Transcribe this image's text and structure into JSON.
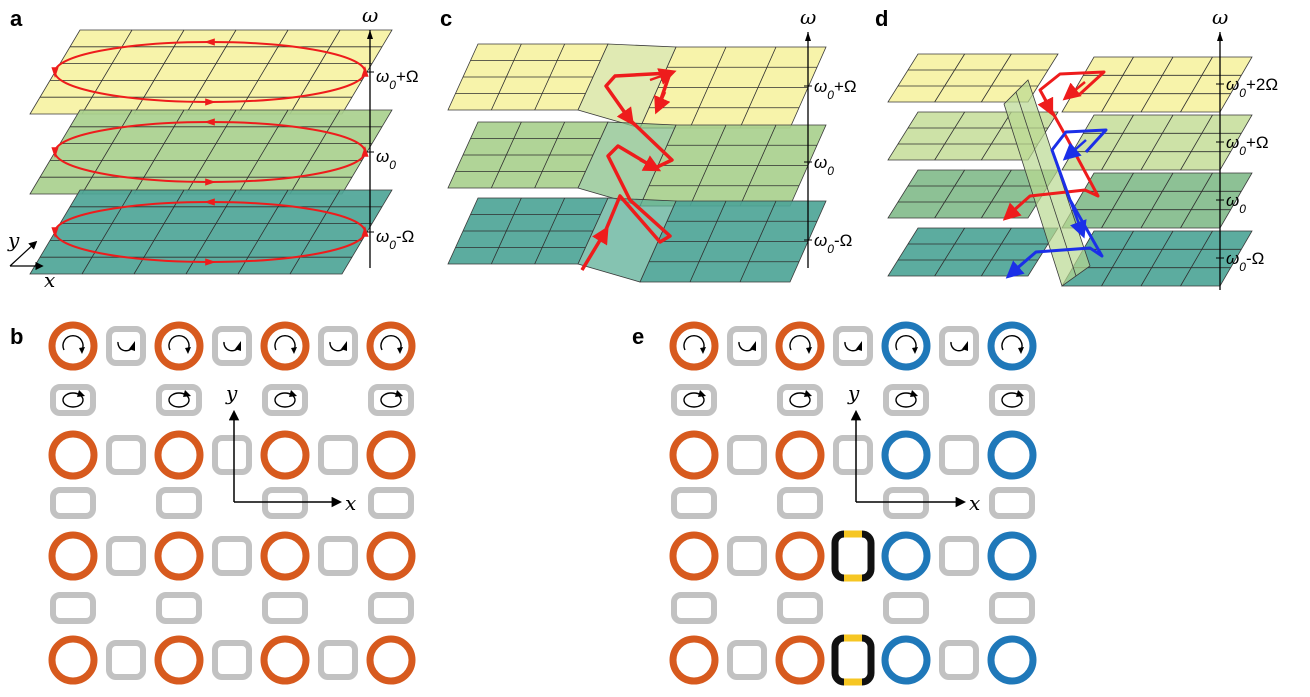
{
  "figure": {
    "panels": {
      "a": {
        "label": "a",
        "axis_omega": "ω",
        "levels": [
          {
            "sym": "ω",
            "sub": "0",
            "suffix": "+Ω"
          },
          {
            "sym": "ω",
            "sub": "0",
            "suffix": ""
          },
          {
            "sym": "ω",
            "sub": "0",
            "suffix": "-Ω"
          }
        ],
        "axis_x": "x",
        "axis_y": "y"
      },
      "b": {
        "label": "b",
        "axis_x": "x",
        "axis_y": "y"
      },
      "c": {
        "label": "c",
        "axis_omega": "ω",
        "levels": [
          {
            "sym": "ω",
            "sub": "0",
            "suffix": "+Ω"
          },
          {
            "sym": "ω",
            "sub": "0",
            "suffix": ""
          },
          {
            "sym": "ω",
            "sub": "0",
            "suffix": "-Ω"
          }
        ]
      },
      "d": {
        "label": "d",
        "axis_omega": "ω",
        "levels": [
          {
            "sym": "ω",
            "sub": "0",
            "suffix": "+2Ω"
          },
          {
            "sym": "ω",
            "sub": "0",
            "suffix": "+Ω"
          },
          {
            "sym": "ω",
            "sub": "0",
            "suffix": ""
          },
          {
            "sym": "ω",
            "sub": "0",
            "suffix": "-Ω"
          }
        ]
      },
      "e": {
        "label": "e",
        "axis_x": "x",
        "axis_y": "y"
      }
    },
    "colors": {
      "sheet_top": "#f6f2a3",
      "sheet_mid": "#a9d08e",
      "sheet_bot": "#4ea597",
      "path_red": "#ee1c1c",
      "path_blue": "#1b2fe8",
      "ring_orange": "#d75a1e",
      "ring_blue": "#1f78b9",
      "link_gray": "#c2c2c2",
      "link_black": "#111111",
      "link_yellow": "#f6c623"
    }
  }
}
